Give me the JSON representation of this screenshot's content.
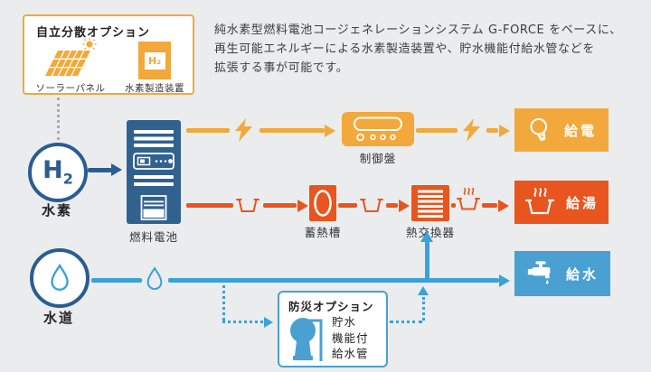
{
  "colors": {
    "bg": "#eaeced",
    "yellow": "#f2a83b",
    "orange": "#e8551e",
    "blue": "#3aa1d9",
    "bluebox": "#4ba0d2",
    "navy": "#2b5d8f",
    "navybox": "#31618f",
    "graydot": "#a9adb0"
  },
  "standalone_option": {
    "title": "自立分散オプション",
    "items": [
      {
        "icon": "solar-panel-icon",
        "label": "ソーラーパネル"
      },
      {
        "icon": "hydrogen-plant-icon",
        "label": "水素製造装置",
        "badge": "H₂"
      }
    ]
  },
  "description": {
    "lines": [
      "純水素型燃料電池コージェネレーションシステム G-FORCE をベースに、",
      "再生可能エネルギーによる水素製造装置や、貯水機能付給水管などを",
      "拡張する事が可能です。"
    ]
  },
  "sources": {
    "hydrogen": {
      "symbol": "H",
      "sub": "2",
      "label": "水素"
    },
    "water": {
      "label": "水道"
    }
  },
  "nodes": {
    "fuel_cell": {
      "label": "燃料電池"
    },
    "control_panel": {
      "label": "制御盤"
    },
    "heat_tank": {
      "label": "蓄熱槽"
    },
    "heat_exchanger": {
      "label": "熱交換器"
    }
  },
  "outputs": {
    "power": {
      "label": "給電"
    },
    "hot_water": {
      "label": "給湯"
    },
    "water": {
      "label": "給水"
    }
  },
  "disaster_option": {
    "title": "防災オプション",
    "item_lines": [
      "貯水",
      "機能付",
      "給水管"
    ]
  }
}
